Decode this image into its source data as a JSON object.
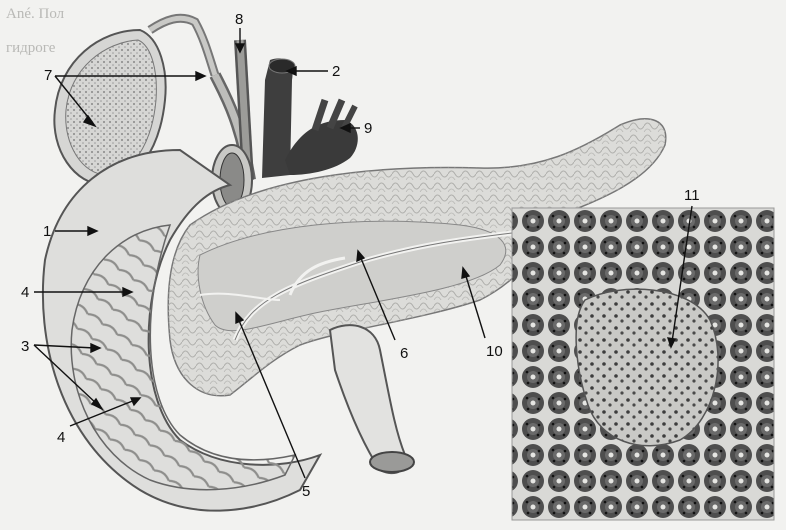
{
  "figure": {
    "background_fragments": [
      "Ané. Пол",
      "гидроге"
    ],
    "labels": {
      "l1": "1",
      "l2": "2",
      "l3": "3",
      "l4a": "4",
      "l4b": "4",
      "l5": "5",
      "l6": "6",
      "l7": "7",
      "l8": "8",
      "l9": "9",
      "l10": "10",
      "l11": "11"
    }
  }
}
